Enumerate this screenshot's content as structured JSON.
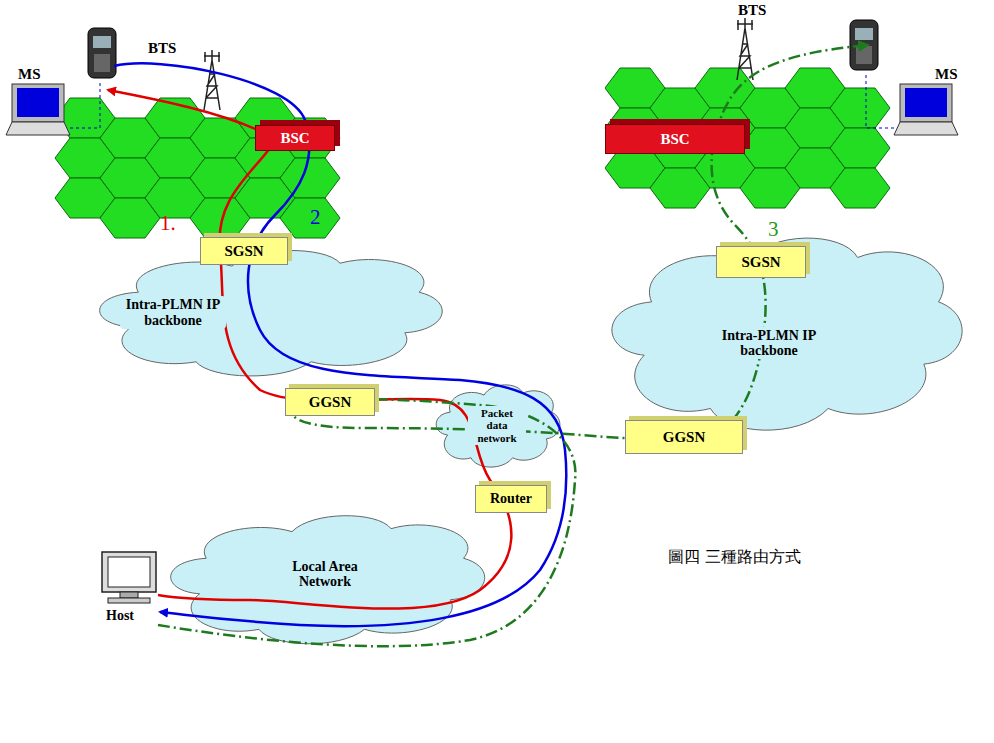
{
  "diagram": {
    "caption": "圖四 三種路由方式",
    "nodes": [
      {
        "text": [
          "BSC"
        ]
      },
      {
        "text": [
          "BSC"
        ]
      },
      {
        "text": [
          "SGSN"
        ]
      },
      {
        "text": [
          "Intra-PLMN IP backbone"
        ]
      },
      {
        "text": [
          "SGSN"
        ]
      },
      {
        "text": [
          "Intra-PLMN IP backbone"
        ]
      },
      {
        "text": [
          "GGSN"
        ]
      },
      {
        "text": [
          "Packet data network"
        ]
      },
      {
        "text": [
          "GGSN"
        ]
      },
      {
        "text": [
          "Router"
        ]
      },
      {
        "text": [
          "Local Area Network"
        ]
      }
    ],
    "labels": [
      "MS",
      "BTS",
      "BTS",
      "MS",
      "1.",
      "2",
      "3",
      "Host"
    ]
  }
}
